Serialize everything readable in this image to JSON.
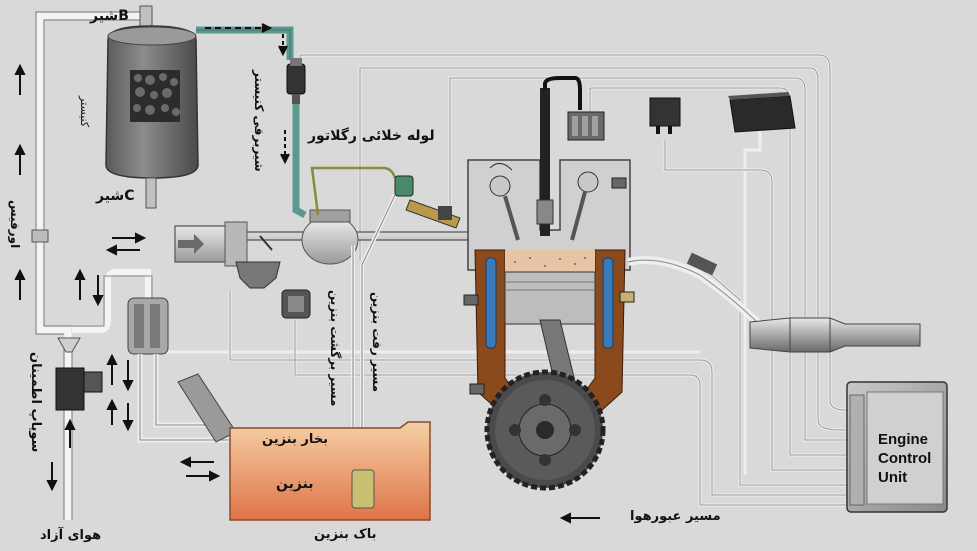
{
  "labels": {
    "valve_b": "شیرB",
    "valve_c": "شیرC",
    "canister": "کنیستر",
    "canister_solenoid": "شیربرقی کنیستر",
    "regulator_vacuum_hose": "لوله خلائی رگلاتور",
    "orifice": "اورفیس",
    "safety_valve": "سوپاپ اطمینان",
    "free_air": "هوای آزاد",
    "fuel_vapor": "بخار بنزین",
    "fuel": "بنزین",
    "fuel_tank": "باک بنزین",
    "fuel_return_path": "مسیر برگشت بنزین",
    "fuel_supply_path": "مسیر رفت بنزین",
    "air_path": "مسیر عبورهوا",
    "ecu_line1": "Engine",
    "ecu_line2": "Control",
    "ecu_line3": "Unit"
  },
  "colors": {
    "background": "#d9d9d9",
    "metal_dark": "#3a3a3a",
    "canister_body": "#6e6e6e",
    "engine_block": "#8a4a1c",
    "coolant": "#3a7ab8",
    "tank_top": "#f2c79a",
    "tank_bottom": "#e07a4a",
    "teal_hose": "#5a9a8e",
    "olive_hose": "#8a8a3a"
  }
}
